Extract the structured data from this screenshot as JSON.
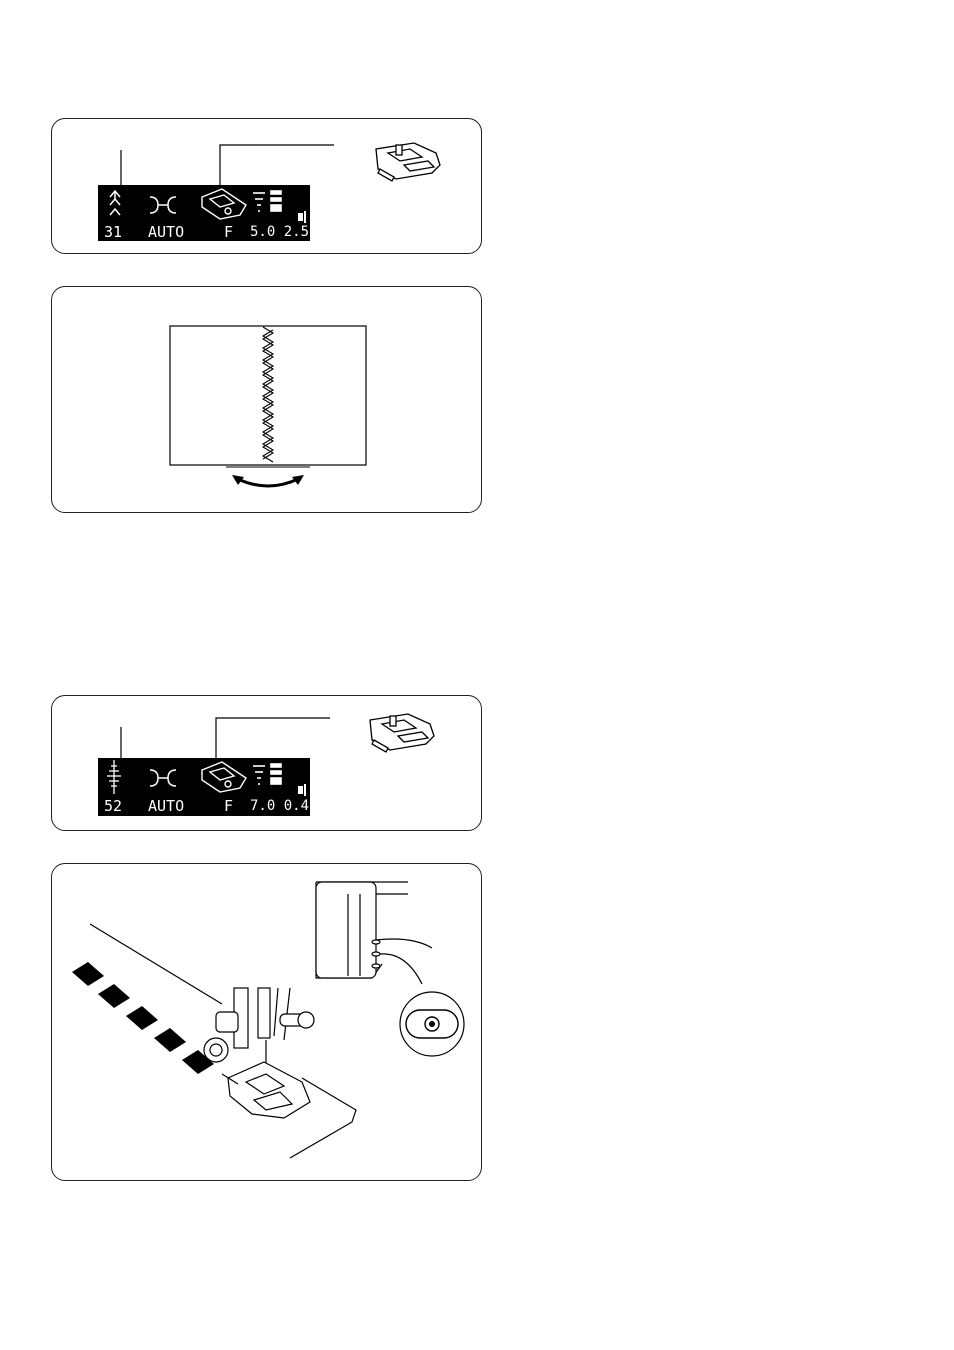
{
  "panels": [
    {
      "lcd": {
        "pattern": "31",
        "mode": "AUTO",
        "foot": "F",
        "settings": "5.0 2.5"
      }
    },
    {
      "lcd": {
        "pattern": "52",
        "mode": "AUTO",
        "foot": "F",
        "settings": "7.0 0.4"
      }
    }
  ],
  "colors": {
    "ink": "#000000",
    "paper": "#ffffff",
    "lcd_text": "#ffffff"
  }
}
